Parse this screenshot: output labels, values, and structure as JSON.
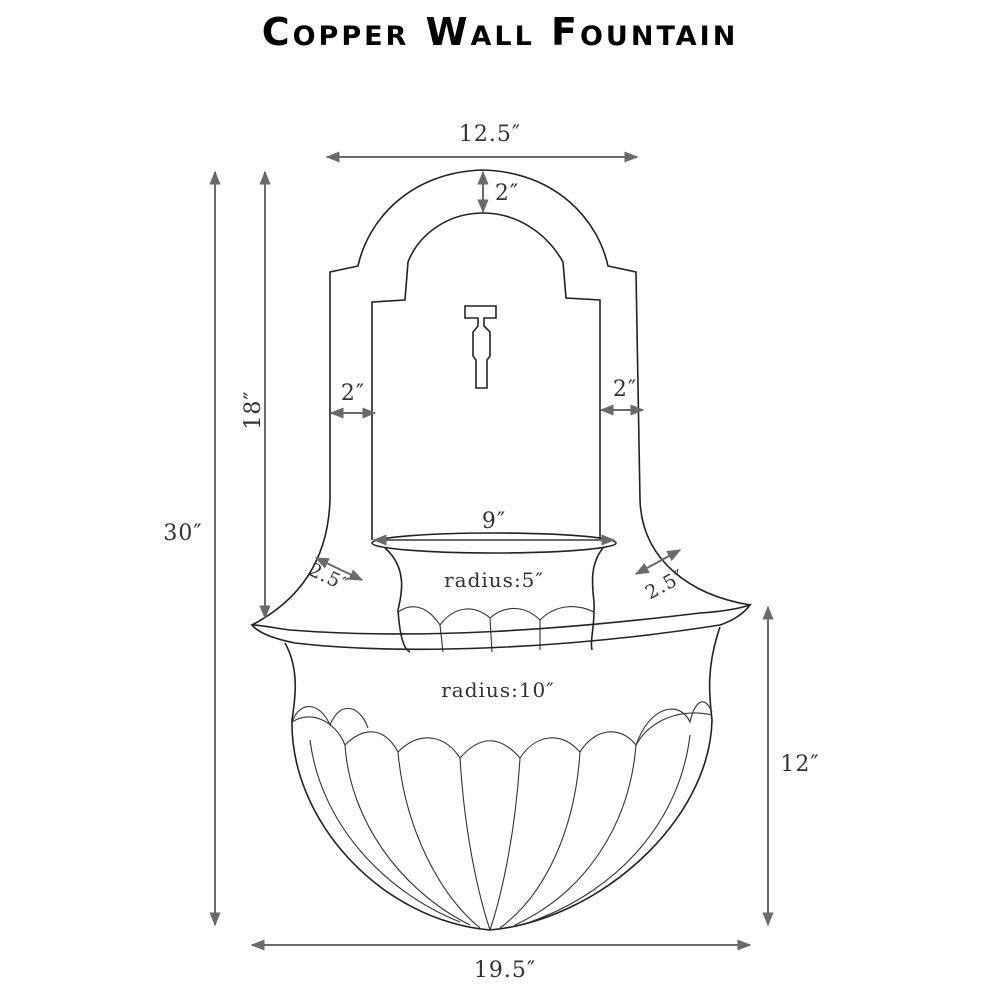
{
  "title": "Copper Wall Fountain",
  "dimensions": {
    "top_width": "12.5″",
    "arch_thickness": "2″",
    "total_height": "30″",
    "back_height": "18″",
    "left_side_width": "2″",
    "right_side_width": "2″",
    "upper_basin_width": "9″",
    "left_flare": "2.5″",
    "right_flare": "2.5″",
    "upper_basin_radius": "radius:5″",
    "lower_basin_radius": "radius:10″",
    "basin_height": "12″",
    "basin_width": "19.5″"
  },
  "colors": {
    "dimension_line": "#6a6a6a",
    "outline": "#222222"
  }
}
